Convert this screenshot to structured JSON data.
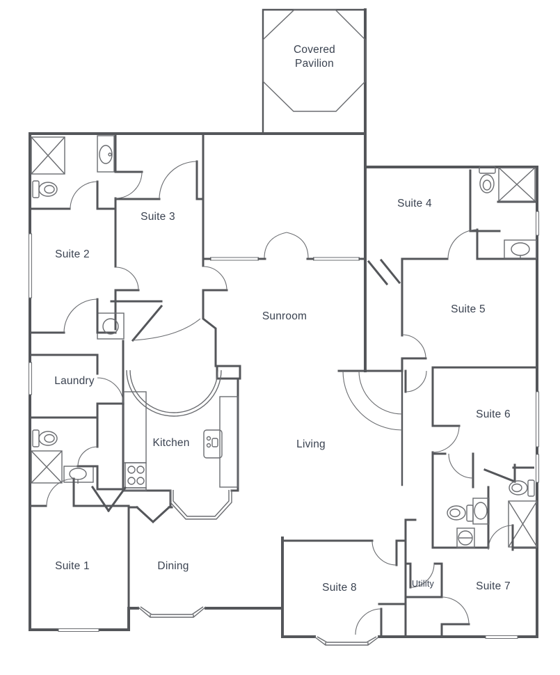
{
  "figure": {
    "type": "residential floor plan",
    "style": "black-line architectural drawing on white"
  },
  "rooms": [
    {
      "id": "covered-pavilion",
      "label": "Covered Pavilion"
    },
    {
      "id": "suite-2",
      "label": "Suite 2"
    },
    {
      "id": "suite-3",
      "label": "Suite 3"
    },
    {
      "id": "suite-4",
      "label": "Suite 4"
    },
    {
      "id": "suite-5",
      "label": "Suite 5"
    },
    {
      "id": "sunroom",
      "label": "Sunroom"
    },
    {
      "id": "laundry",
      "label": "Laundry"
    },
    {
      "id": "suite-6",
      "label": "Suite 6"
    },
    {
      "id": "kitchen",
      "label": "Kitchen"
    },
    {
      "id": "living",
      "label": "Living"
    },
    {
      "id": "suite-1",
      "label": "Suite 1"
    },
    {
      "id": "dining",
      "label": "Dining"
    },
    {
      "id": "suite-8",
      "label": "Suite 8"
    },
    {
      "id": "utility",
      "label": "Utility"
    },
    {
      "id": "suite-7",
      "label": "Suite 7"
    }
  ],
  "fixtures": [
    "shower-icon",
    "toilet-icon",
    "sink-icon",
    "vanity-icon",
    "stove-icon",
    "kitchen-island-icon",
    "laundry-tub-icon",
    "bay-window-icon",
    "french-doors-icon",
    "arched-opening-icon",
    "door-swing-icon",
    "window-icon"
  ],
  "colors": {
    "wall": "#54565a",
    "line": "#6a6c70",
    "text": "#3a4250",
    "background": "#ffffff"
  }
}
